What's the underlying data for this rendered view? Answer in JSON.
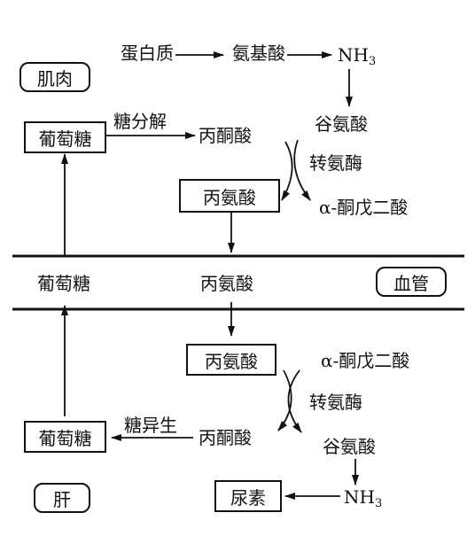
{
  "tissues": {
    "muscle": "肌肉",
    "blood_vessel": "血管",
    "liver": "肝"
  },
  "muscle": {
    "protein": "蛋白质",
    "amino_acid": "氨基酸",
    "nh3": "NH",
    "nh3_sub": "3",
    "glucose": "葡萄糖",
    "glycolysis": "糖分解",
    "pyruvate": "丙酮酸",
    "glutamate": "谷氨酸",
    "transaminase": "转氨酶",
    "alanine": "丙氨酸",
    "alpha_kg": "α-酮戊二酸"
  },
  "blood": {
    "glucose": "葡萄糖",
    "alanine": "丙氨酸"
  },
  "liver": {
    "alanine": "丙氨酸",
    "alpha_kg": "α-酮戊二酸",
    "transaminase": "转氨酶",
    "glucose": "葡萄糖",
    "gluconeogenesis": "糖异生",
    "pyruvate": "丙酮酸",
    "glutamate": "谷氨酸",
    "nh3": "NH",
    "nh3_sub": "3",
    "urea": "尿素"
  }
}
